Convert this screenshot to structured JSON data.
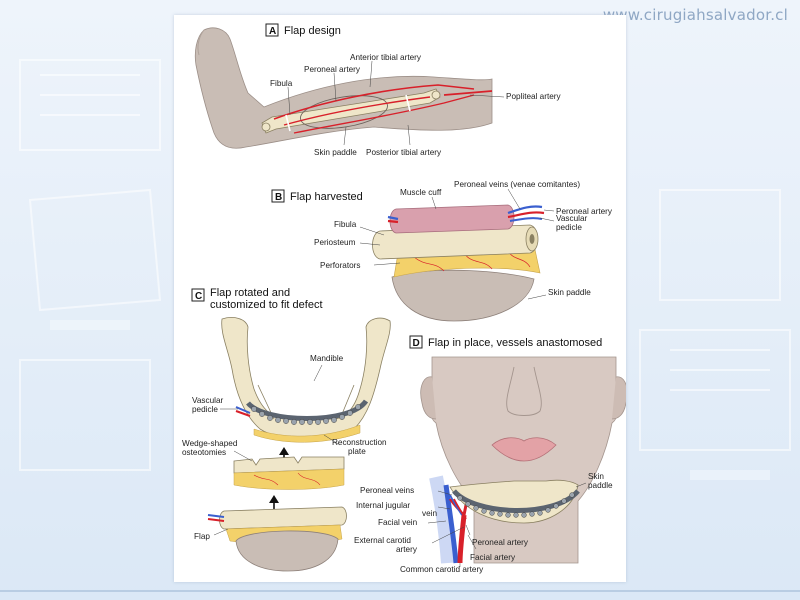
{
  "site": {
    "url": "www.cirugiahsalvador.cl"
  },
  "sections": {
    "a": {
      "letter": "A",
      "title": "Flap design",
      "labels": {
        "anterior_tibial": "Anterior tibial artery",
        "peroneal_artery": "Peroneal artery",
        "fibula": "Fibula",
        "popliteal": "Popliteal artery",
        "skin_paddle": "Skin paddle",
        "posterior_tibial": "Posterior tibial artery"
      }
    },
    "b": {
      "letter": "B",
      "title": "Flap harvested",
      "labels": {
        "muscle_cuff": "Muscle cuff",
        "peroneal_veins": "Peroneal veins (venae comitantes)",
        "peroneal_artery": "Peroneal artery",
        "vascular_pedicle_1": "Vascular",
        "vascular_pedicle_2": "pedicle",
        "fibula": "Fibula",
        "periosteum": "Periosteum",
        "perforators": "Perforators",
        "skin_paddle": "Skin paddle"
      }
    },
    "c": {
      "letter": "C",
      "title_1": "Flap rotated and",
      "title_2": "customized to fit defect",
      "labels": {
        "mandible": "Mandible",
        "vascular_pedicle_1": "Vascular",
        "vascular_pedicle_2": "pedicle",
        "reconstruction_plate_1": "Reconstruction",
        "reconstruction_plate_2": "plate",
        "wedge_1": "Wedge-shaped",
        "wedge_2": "osteotomies",
        "flap": "Flap"
      }
    },
    "d": {
      "letter": "D",
      "title": "Flap in place, vessels anastomosed",
      "labels": {
        "skin_paddle_1": "Skin",
        "skin_paddle_2": "paddle",
        "peroneal_veins": "Peroneal veins",
        "internal_jugular_1": "Internal jugular",
        "internal_jugular_2": "vein",
        "facial_vein": "Facial vein",
        "external_carotid_1": "External carotid",
        "external_carotid_2": "artery",
        "peroneal_artery": "Peroneal artery",
        "facial_artery": "Facial artery",
        "common_carotid": "Common carotid artery"
      }
    }
  },
  "colors": {
    "artery": "#d8202a",
    "vein": "#3a5fcf",
    "skin": "#c9bdb5",
    "bone": "#efe6c9",
    "muscle": "#d9a0ad",
    "fat": "#f3d16a",
    "plate": "#5b6470",
    "face": "#d8c9c2"
  }
}
